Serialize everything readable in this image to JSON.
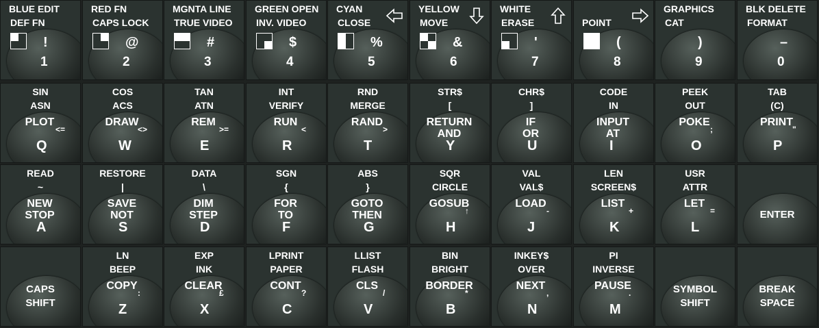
{
  "row1": [
    {
      "top1": "BLUE  EDIT",
      "top2": "DEF FN",
      "symbol_char": "!",
      "number": "1",
      "graphic": "quad-top-left-icon"
    },
    {
      "top1": "RED     FN",
      "top2": "CAPS LOCK",
      "symbol_char": "@",
      "number": "2",
      "graphic": "quad-top-right-icon"
    },
    {
      "top1": "MGNTA  LINE",
      "top2": "TRUE VIDEO",
      "symbol_char": "#",
      "number": "3",
      "graphic": "half-top-icon"
    },
    {
      "top1": "GREEN  OPEN",
      "top2": "INV. VIDEO",
      "symbol_char": "$",
      "number": "4",
      "graphic": "quad-bottom-right-icon"
    },
    {
      "top1": "CYAN",
      "top2": "CLOSE",
      "symbol_char": "%",
      "number": "5",
      "graphic": "half-left-icon",
      "arrow": "left-arrow-icon"
    },
    {
      "top1": "YELLOW",
      "top2": "MOVE",
      "symbol_char": "&",
      "number": "6",
      "graphic": "checker-icon",
      "arrow": "down-arrow-icon"
    },
    {
      "top1": "WHITE",
      "top2": "ERASE",
      "symbol_char": "'",
      "number": "7",
      "graphic": "quad-bottom-left-icon",
      "arrow": "up-arrow-icon"
    },
    {
      "top1": "",
      "top2": "POINT",
      "symbol_char": "(",
      "number": "8",
      "graphic": "full-block-icon",
      "arrow": "right-arrow-icon"
    },
    {
      "top1": "GRAPHICS",
      "top2": "CAT",
      "symbol_char": ")",
      "number": "9",
      "graphic": ""
    },
    {
      "top1": "BLK  DELETE",
      "top2": "FORMAT",
      "symbol_char": "–",
      "number": "0",
      "graphic": ""
    }
  ],
  "row2": [
    {
      "top1": "SIN",
      "top2": "ASN",
      "kw1": "PLOT",
      "kw2": "",
      "sym": "<=",
      "letter": "Q"
    },
    {
      "top1": "COS",
      "top2": "ACS",
      "kw1": "DRAW",
      "kw2": "",
      "sym": "<>",
      "letter": "W"
    },
    {
      "top1": "TAN",
      "top2": "ATN",
      "kw1": "REM",
      "kw2": "",
      "sym": ">=",
      "letter": "E"
    },
    {
      "top1": "INT",
      "top2": "VERIFY",
      "kw1": "RUN",
      "kw2": "",
      "sym": "<",
      "letter": "R"
    },
    {
      "top1": "RND",
      "top2": "MERGE",
      "kw1": "RAND",
      "kw2": "",
      "sym": ">",
      "letter": "T"
    },
    {
      "top1": "STR$",
      "top2": "[",
      "kw1": "RETURN",
      "kw2": "AND",
      "sym": "",
      "letter": "Y"
    },
    {
      "top1": "CHR$",
      "top2": "]",
      "kw1": "IF",
      "kw2": "OR",
      "sym": "",
      "letter": "U"
    },
    {
      "top1": "CODE",
      "top2": "IN",
      "kw1": "INPUT",
      "kw2": "AT",
      "sym": "",
      "letter": "I"
    },
    {
      "top1": "PEEK",
      "top2": "OUT",
      "kw1": "POKE",
      "kw2": "",
      "sym": ";",
      "letter": "O"
    },
    {
      "top1": "TAB",
      "top2": "(C)",
      "kw1": "PRINT",
      "kw2": "",
      "sym": "\"",
      "letter": "P"
    }
  ],
  "row3": [
    {
      "top1": "READ",
      "top2": "~",
      "kw1": "NEW",
      "kw2": "STOP",
      "sym": "",
      "letter": "A"
    },
    {
      "top1": "RESTORE",
      "top2": "|",
      "kw1": "SAVE",
      "kw2": "NOT",
      "sym": "",
      "letter": "S"
    },
    {
      "top1": "DATA",
      "top2": "\\",
      "kw1": "DIM",
      "kw2": "STEP",
      "sym": "",
      "letter": "D"
    },
    {
      "top1": "SGN",
      "top2": "{",
      "kw1": "FOR",
      "kw2": "TO",
      "sym": "",
      "letter": "F"
    },
    {
      "top1": "ABS",
      "top2": "}",
      "kw1": "GOTO",
      "kw2": "THEN",
      "sym": "",
      "letter": "G"
    },
    {
      "top1": "SQR",
      "top2": "CIRCLE",
      "kw1": "GOSUB",
      "kw2": "",
      "sym": "↑",
      "letter": "H"
    },
    {
      "top1": "VAL",
      "top2": "VAL$",
      "kw1": "LOAD",
      "kw2": "",
      "sym": "-",
      "letter": "J"
    },
    {
      "top1": "LEN",
      "top2": "SCREEN$",
      "kw1": "LIST",
      "kw2": "",
      "sym": "+",
      "letter": "K"
    },
    {
      "top1": "USR",
      "top2": "ATTR",
      "kw1": "LET",
      "kw2": "",
      "sym": "=",
      "letter": "L"
    },
    {
      "plain1": "ENTER",
      "plain2": ""
    }
  ],
  "row4": [
    {
      "plain1": "CAPS",
      "plain2": "SHIFT"
    },
    {
      "top1": "LN",
      "top2": "BEEP",
      "kw1": "COPY",
      "kw2": "",
      "sym": ":",
      "letter": "Z"
    },
    {
      "top1": "EXP",
      "top2": "INK",
      "kw1": "CLEAR",
      "kw2": "",
      "sym": "£",
      "letter": "X"
    },
    {
      "top1": "LPRINT",
      "top2": "PAPER",
      "kw1": "CONT",
      "kw2": "",
      "sym": "?",
      "letter": "C"
    },
    {
      "top1": "LLIST",
      "top2": "FLASH",
      "kw1": "CLS",
      "kw2": "",
      "sym": "/",
      "letter": "V"
    },
    {
      "top1": "BIN",
      "top2": "BRIGHT",
      "kw1": "BORDER",
      "kw2": "",
      "sym": "*",
      "letter": "B"
    },
    {
      "top1": "INKEY$",
      "top2": "OVER",
      "kw1": "NEXT",
      "kw2": "",
      "sym": ",",
      "letter": "N"
    },
    {
      "top1": "PI",
      "top2": "INVERSE",
      "kw1": "PAUSE",
      "kw2": "",
      "sym": ".",
      "letter": "M"
    },
    {
      "plain1": "SYMBOL",
      "plain2": "SHIFT"
    },
    {
      "plain1": "BREAK",
      "plain2": "SPACE"
    }
  ]
}
